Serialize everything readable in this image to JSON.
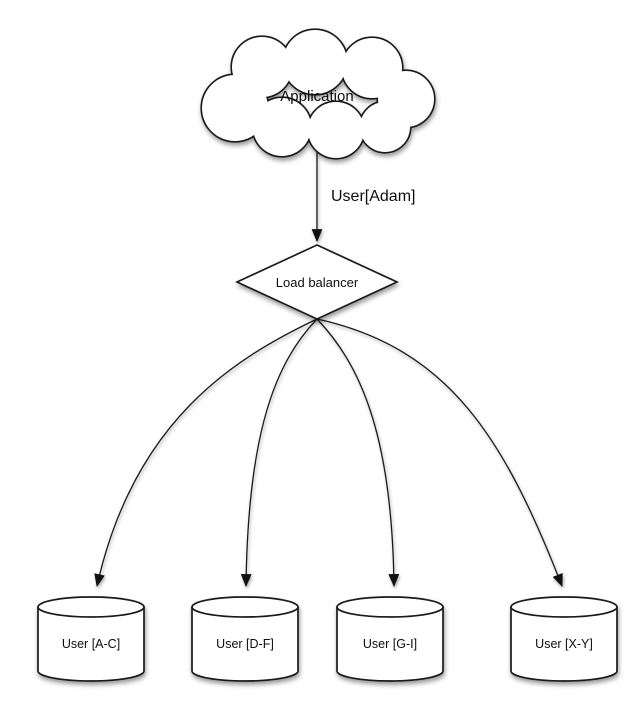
{
  "diagram": {
    "nodes": {
      "application": {
        "label": "Application",
        "shape": "cloud"
      },
      "load_balancer": {
        "label": "Load balancer",
        "shape": "diamond"
      },
      "shards": [
        {
          "label": "User [A-C]",
          "shape": "cylinder"
        },
        {
          "label": "User [D-F]",
          "shape": "cylinder"
        },
        {
          "label": "User [G-I]",
          "shape": "cylinder"
        },
        {
          "label": "User [X-Y]",
          "shape": "cylinder"
        }
      ]
    },
    "edges": {
      "request_label": "User[Adam]"
    },
    "colors": {
      "background": "#ffffff",
      "shape_fill": "#ffffff",
      "stroke": "#1a1a1a",
      "text": "#0d0d0d"
    }
  }
}
